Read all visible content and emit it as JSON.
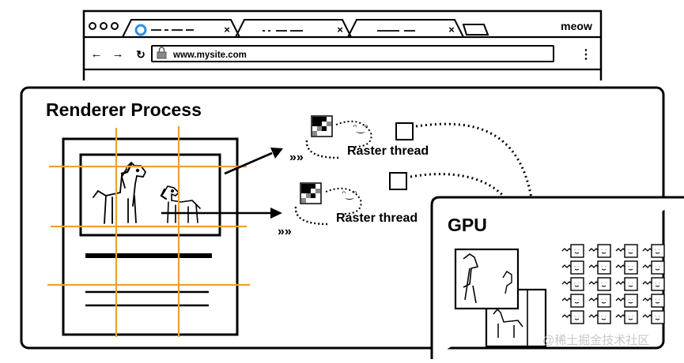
{
  "browser": {
    "tabs": [
      {
        "label": ""
      },
      {
        "label": ""
      },
      {
        "label": ""
      }
    ],
    "brand": "meow",
    "address": "www.mysite.com",
    "nav_icons": [
      "back-arrow-icon",
      "forward-arrow-icon",
      "reload-icon",
      "lock-icon",
      "more-vertical-icon"
    ]
  },
  "renderer": {
    "title": "Renderer Process",
    "threads": [
      {
        "label": "Raster thread"
      },
      {
        "label": "Raster thread"
      }
    ]
  },
  "gpu": {
    "title": "GPU"
  },
  "watermark": "@稀土掘金技术社区",
  "colors": {
    "ink": "#000000",
    "grid_lines": "#f0a030",
    "watermark": "#c8c8c8",
    "tile_dark": "#000000",
    "tile_gray": "#888888"
  }
}
